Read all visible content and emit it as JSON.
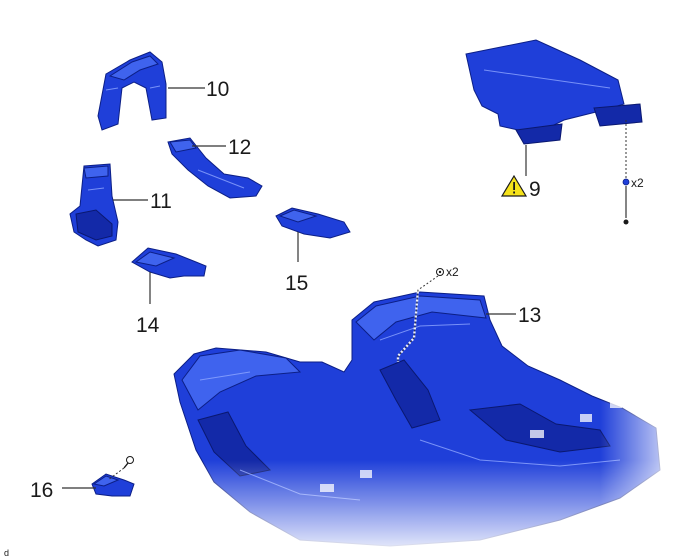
{
  "callouts": {
    "c9": "9",
    "c10": "10",
    "c11": "11",
    "c12": "12",
    "c13": "13",
    "c14": "14",
    "c15": "15",
    "c16": "16"
  },
  "quantities": {
    "clip_9": "x2",
    "clip_13": "x2"
  },
  "drawing_code": "d",
  "colors": {
    "part_blue": "#1f3fd9",
    "warning_yellow": "#f5e21a"
  },
  "icons": {
    "warning": "warning-triangle-icon"
  }
}
